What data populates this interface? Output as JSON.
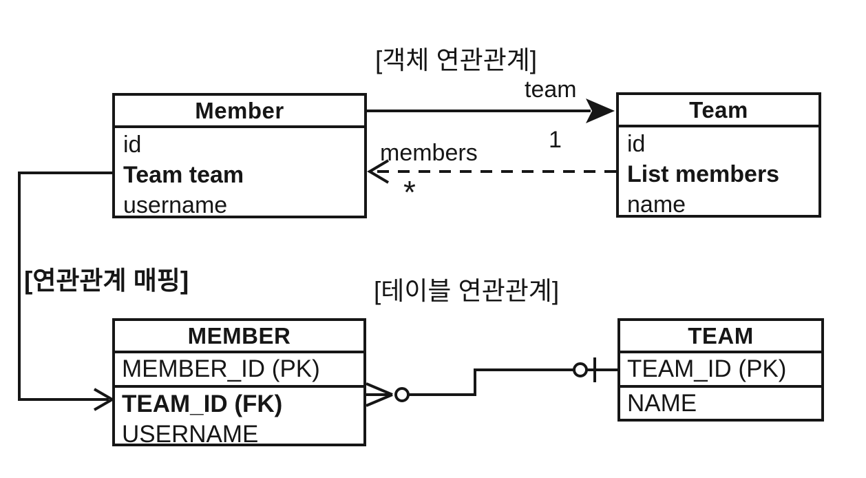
{
  "canvas": {
    "background": "#ffffff",
    "line_color": "#161616"
  },
  "labels": {
    "object_association": "[객체 연관관계]",
    "table_association": "[테이블 연관관계]",
    "mapping": "[연관관계 매핑]"
  },
  "object_diagram": {
    "member": {
      "title": "Member",
      "fields": [
        {
          "text": "id",
          "bold": false
        },
        {
          "text": "Team team",
          "bold": true
        },
        {
          "text": "username",
          "bold": false
        }
      ]
    },
    "team": {
      "title": "Team",
      "fields": [
        {
          "text": "id",
          "bold": false
        },
        {
          "text": "List members",
          "bold": true
        },
        {
          "text": "name",
          "bold": false
        }
      ]
    },
    "association": {
      "to_team_label": "team",
      "to_team_multiplicity": "1",
      "to_member_label": "members",
      "to_member_multiplicity": "*"
    }
  },
  "table_diagram": {
    "member": {
      "title": "MEMBER",
      "rows": [
        {
          "text": "MEMBER_ID (PK)",
          "bold": false
        },
        {
          "text": "TEAM_ID (FK)",
          "bold": true
        },
        {
          "text": "USERNAME",
          "bold": false
        }
      ]
    },
    "team": {
      "title": "TEAM",
      "rows": [
        {
          "text": "TEAM_ID (PK)",
          "bold": false
        },
        {
          "text": "NAME",
          "bold": false
        }
      ]
    }
  }
}
